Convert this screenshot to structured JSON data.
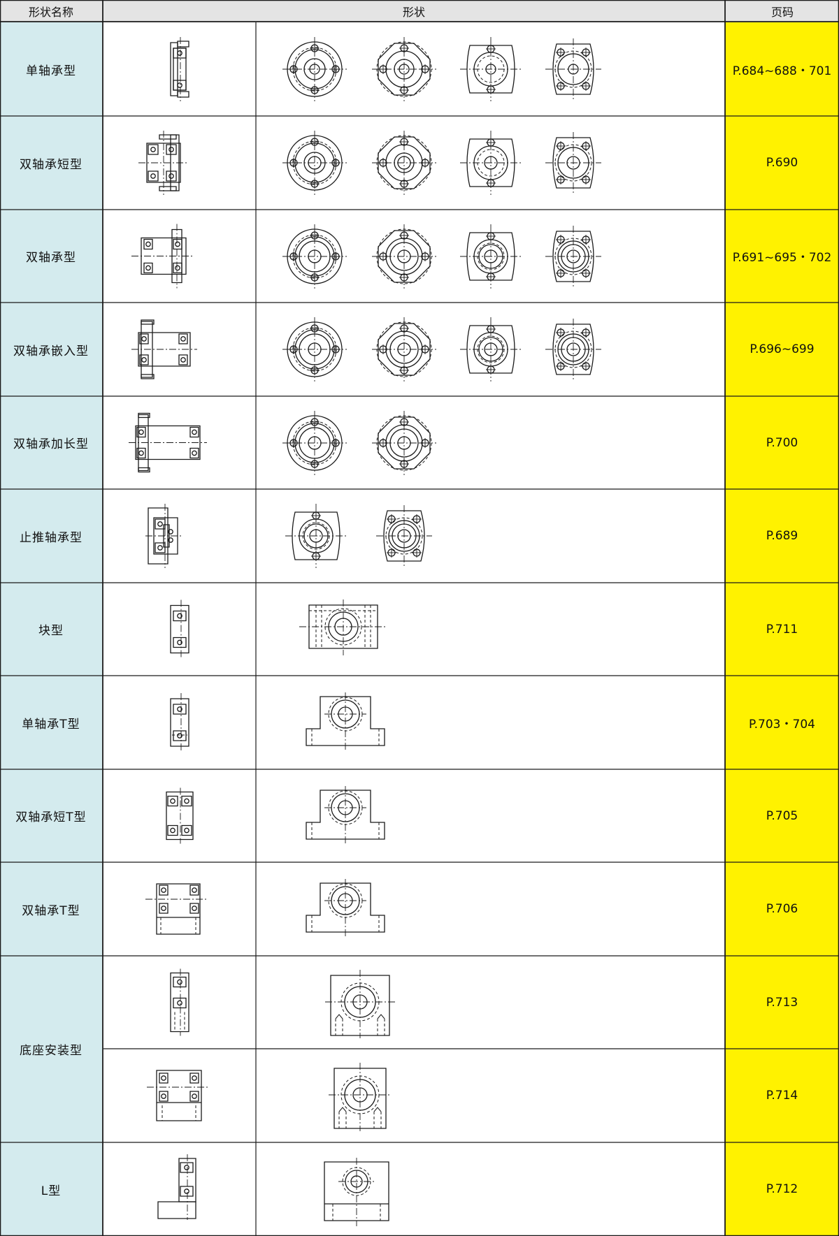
{
  "header": {
    "name_col": "形状名称",
    "shape_col": "形状",
    "page_col": "页码"
  },
  "colors": {
    "name_bg": "#d4ebee",
    "page_bg": "#fff200",
    "header_bg": "#e4e4e4",
    "line": "#1a1a1a"
  },
  "rows": [
    {
      "name": "单轴承型",
      "page": "P.684~688・701",
      "side": "single",
      "views": [
        "round",
        "diamond",
        "oval2",
        "oval4"
      ]
    },
    {
      "name": "双轴承短型",
      "page": "P.690",
      "side": "double-short",
      "views": [
        "round",
        "diamond",
        "oval2",
        "oval4"
      ]
    },
    {
      "name": "双轴承型",
      "page": "P.691~695・702",
      "side": "double",
      "views": [
        "round",
        "diamond",
        "oval2",
        "oval4"
      ]
    },
    {
      "name": "双轴承嵌入型",
      "page": "P.696~699",
      "side": "double-embed",
      "views": [
        "round",
        "diamond",
        "oval2",
        "oval4"
      ]
    },
    {
      "name": "双轴承加长型",
      "page": "P.700",
      "side": "double-long",
      "views": [
        "round",
        "diamond"
      ]
    },
    {
      "name": "止推轴承型",
      "page": "P.689",
      "side": "thrust",
      "views": [
        "oval2",
        "oval4"
      ]
    },
    {
      "name": "块型",
      "page": "P.711",
      "side": "block",
      "views": [
        "block"
      ]
    },
    {
      "name": "单轴承T型",
      "page": "P.703・704",
      "side": "single-t",
      "views": [
        "t"
      ]
    },
    {
      "name": "双轴承短T型",
      "page": "P.705",
      "side": "double-short-t",
      "views": [
        "t"
      ]
    },
    {
      "name": "双轴承T型",
      "page": "P.706",
      "side": "double-t",
      "views": [
        "t"
      ]
    },
    {
      "name": "底座安装型",
      "page": "P.713",
      "side": "base-single",
      "views": [
        "base"
      ]
    },
    {
      "name": "",
      "page": "P.714",
      "side": "base-double",
      "views": [
        "base-small"
      ]
    },
    {
      "name": "L型",
      "page": "P.712",
      "side": "l-side",
      "views": [
        "l-front"
      ]
    }
  ]
}
